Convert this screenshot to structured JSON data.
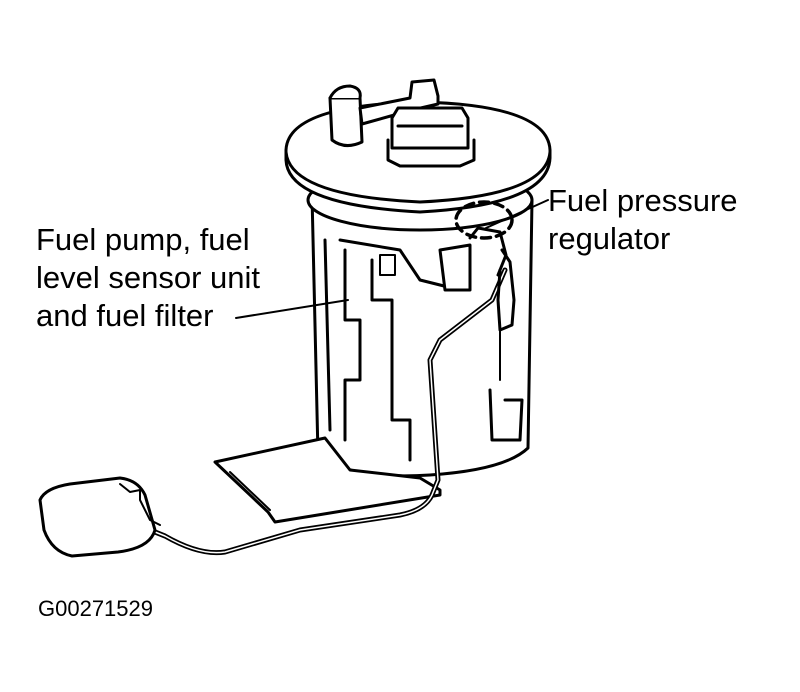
{
  "callouts": {
    "pump_assembly": {
      "line1": "Fuel pump, fuel",
      "line2": "level sensor unit",
      "line3": "and fuel filter"
    },
    "regulator": {
      "line1": "Fuel pressure",
      "line2": "regulator"
    }
  },
  "figure_id": "G00271529",
  "colors": {
    "ink": "#000000",
    "paper": "#ffffff"
  }
}
